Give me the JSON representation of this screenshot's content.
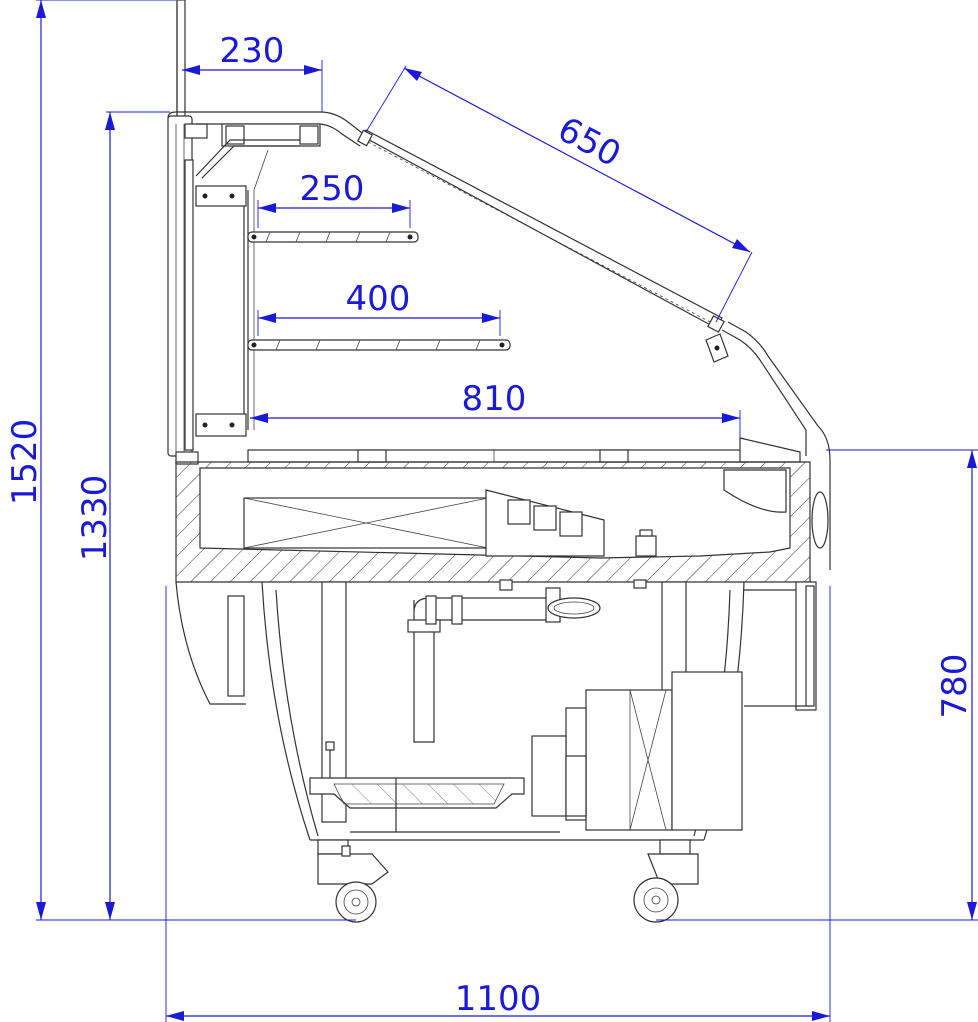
{
  "dimensions": {
    "total_height": "1520",
    "cabinet_height": "1330",
    "counter_height": "780",
    "total_depth": "1100",
    "top_shelf_depth": "230",
    "glass_length": "650",
    "shelf_upper": "250",
    "shelf_middle": "400",
    "base_depth": "810"
  },
  "colors": {
    "dimension": "#1a1ad6",
    "outline": "#333333"
  }
}
